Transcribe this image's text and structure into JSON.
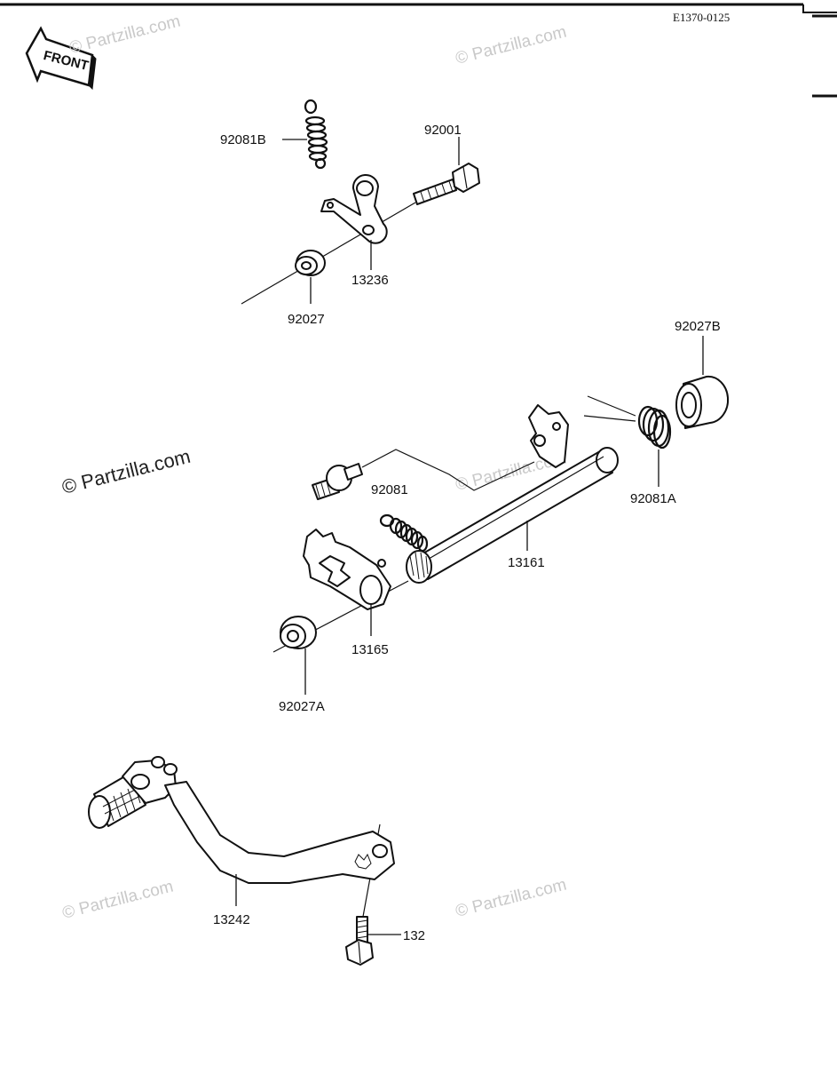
{
  "header": {
    "ref_code": "E1370-0125"
  },
  "front_badge": {
    "label": "FRONT"
  },
  "watermarks": {
    "tl": "© Partzilla.com",
    "tr": "© Partzilla.com",
    "mid": "© Partzilla.com",
    "center": "© Partzilla.com",
    "bl": "© Partzilla.com",
    "br": "© Partzilla.com"
  },
  "parts": {
    "spring_top": "92081B",
    "bolt_top": "92001",
    "plate_top": "13236",
    "collar_top": "92027",
    "collar_right": "92027B",
    "pin": "92081",
    "spring_right": "92081A",
    "shaft": "13161",
    "plate_mid": "13165",
    "collar_left": "92027A",
    "pedal": "13242",
    "bolt_bottom": "132"
  }
}
